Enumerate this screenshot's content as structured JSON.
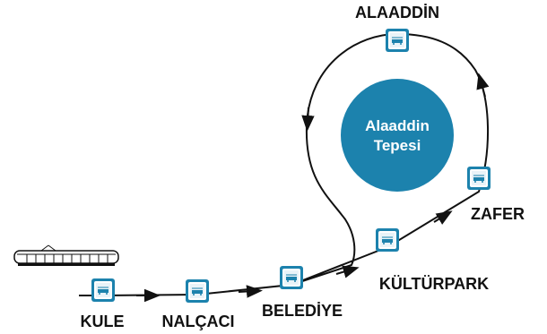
{
  "hill": {
    "label_line1": "Alaaddin",
    "label_line2": "Tepesi",
    "color": "#1c82ad"
  },
  "stations": [
    {
      "id": "kule",
      "name": "KULE"
    },
    {
      "id": "nalcaci",
      "name": "NALÇACI"
    },
    {
      "id": "belediye",
      "name": "BELEDİYE"
    },
    {
      "id": "kulturpark",
      "name": "KÜLTÜRPARK"
    },
    {
      "id": "zafer",
      "name": "ZAFER"
    },
    {
      "id": "alaaddin",
      "name": "ALAADDİN"
    }
  ],
  "colors": {
    "route": "#111111",
    "stop_border": "#1c82ad",
    "stop_fill": "#e9f3f8"
  },
  "icons": [
    "tram-icon",
    "tram-stop-icon"
  ]
}
